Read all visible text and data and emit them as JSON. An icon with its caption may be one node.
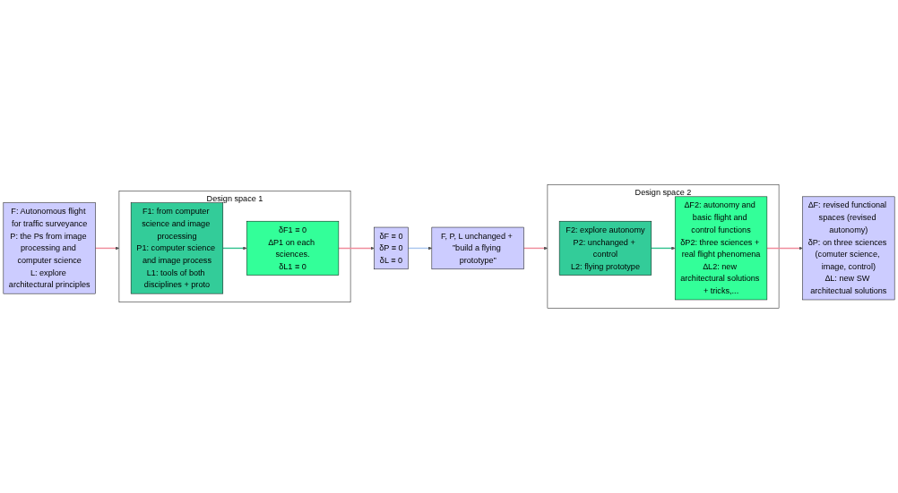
{
  "diagram": {
    "nodes": [
      {
        "text": [
          "F: Autonomous flight for traffic surveyance",
          "P: the Ps from image processing and computer science",
          "L: explore architectural principles"
        ]
      },
      {
        "text": [
          "δF ≡ 0",
          "δP ≡ 0",
          "δL ≡ 0"
        ]
      },
      {
        "text": [
          "F, P, L unchanged + ”build a flying prototype”"
        ]
      },
      {
        "text": [
          "∆F: revised functional spaces (revised autonomy)",
          "δP: on three sciences (comuter science, image, control)",
          "∆L: new SW architectual solutions"
        ]
      },
      {
        "text": [
          "Design space 1"
        ]
      },
      {
        "text": [
          "F1: from computer science and image processing",
          "P1: computer science and image process",
          "L1: tools of both disciplines + proto"
        ],
        "in": 4
      },
      {
        "text": [
          "δF1 ≡ 0",
          "∆P1 on each sciences.",
          "δL1 ≡ 0"
        ],
        "in": 4
      },
      {
        "text": [
          "Design space 2"
        ]
      },
      {
        "text": [
          "F2: explore autonomy",
          "P2: unchanged + control",
          "L2: flying prototype"
        ],
        "in": 7
      },
      {
        "text": [
          "∆F2: autonomy and basic flight and control functions",
          "δP2: three sciences + real flight phenomena",
          "∆L2: new architectural solutions + tricks,..."
        ],
        "in": 7
      }
    ],
    "edges": [
      {
        "from": 0,
        "to": 4,
        "arrow": "to"
      },
      {
        "from": 6,
        "to": 1,
        "arrow": "to"
      },
      {
        "from": 1,
        "to": 2,
        "arrow": "to",
        "color": "#a9c6ee"
      },
      {
        "from": 2,
        "to": 7,
        "arrow": "to"
      },
      {
        "from": 5,
        "to": 6,
        "arrow": "to",
        "color": "#33c28f"
      },
      {
        "from": 8,
        "to": 9,
        "arrow": "to",
        "color": "#33c28f"
      },
      {
        "from": 9,
        "to": 3,
        "arrow": "to"
      }
    ]
  }
}
